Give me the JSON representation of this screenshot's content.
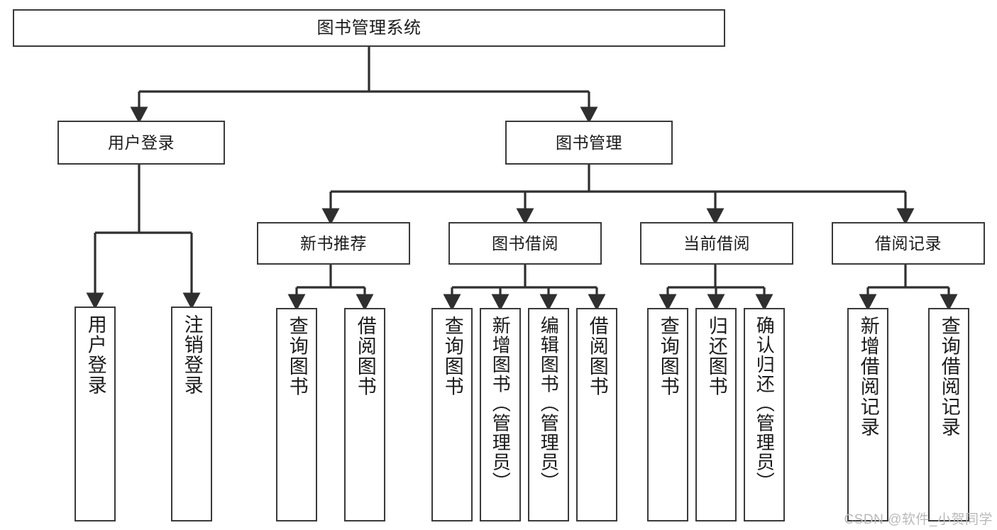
{
  "diagram": {
    "title": "图书管理系统",
    "type": "hierarchy-tree",
    "watermark": "CSDN @软件_小贺同学",
    "colors": {
      "background": "#ffffff",
      "box_border": "#3a3a3a",
      "connector": "#2f2f2f",
      "text": "#1b1b1b",
      "watermark": "#b9b9b9"
    },
    "levels": [
      {
        "level": 1,
        "nodes": [
          {
            "id": "root",
            "label": "图书管理系统",
            "orientation": "horizontal"
          }
        ]
      },
      {
        "level": 2,
        "nodes": [
          {
            "id": "user-login",
            "label": "用户登录",
            "orientation": "horizontal",
            "parent": "root"
          },
          {
            "id": "book-manage",
            "label": "图书管理",
            "orientation": "horizontal",
            "parent": "root"
          }
        ]
      },
      {
        "level": 3,
        "nodes": [
          {
            "id": "new-book-rec",
            "label": "新书推荐",
            "orientation": "horizontal",
            "parent": "book-manage"
          },
          {
            "id": "book-borrow",
            "label": "图书借阅",
            "orientation": "horizontal",
            "parent": "book-manage"
          },
          {
            "id": "current-borrow",
            "label": "当前借阅",
            "orientation": "horizontal",
            "parent": "book-manage"
          },
          {
            "id": "borrow-record",
            "label": "借阅记录",
            "orientation": "horizontal",
            "parent": "book-manage"
          }
        ]
      },
      {
        "level": 4,
        "nodes": [
          {
            "id": "leaf-user-login",
            "label": "用户登录",
            "orientation": "vertical",
            "parent": "user-login"
          },
          {
            "id": "leaf-logout",
            "label": "注销登录",
            "orientation": "vertical",
            "parent": "user-login"
          },
          {
            "id": "leaf-query-book-1",
            "label": "查询图书",
            "orientation": "vertical",
            "parent": "new-book-rec"
          },
          {
            "id": "leaf-borrow-book-1",
            "label": "借阅图书",
            "orientation": "vertical",
            "parent": "new-book-rec"
          },
          {
            "id": "leaf-query-book-2",
            "label": "查询图书",
            "orientation": "vertical",
            "parent": "book-borrow"
          },
          {
            "id": "leaf-add-book",
            "label": "新增图书（管理员）",
            "orientation": "vertical",
            "parent": "book-borrow"
          },
          {
            "id": "leaf-edit-book",
            "label": "编辑图书（管理员）",
            "orientation": "vertical",
            "parent": "book-borrow"
          },
          {
            "id": "leaf-borrow-book-2",
            "label": "借阅图书",
            "orientation": "vertical",
            "parent": "book-borrow"
          },
          {
            "id": "leaf-query-book-3",
            "label": "查询图书",
            "orientation": "vertical",
            "parent": "current-borrow"
          },
          {
            "id": "leaf-return-book",
            "label": "归还图书",
            "orientation": "vertical",
            "parent": "current-borrow"
          },
          {
            "id": "leaf-confirm-return",
            "label": "确认归还（管理员）",
            "orientation": "vertical",
            "parent": "current-borrow"
          },
          {
            "id": "leaf-add-record",
            "label": "新增借阅记录",
            "orientation": "vertical",
            "parent": "borrow-record"
          },
          {
            "id": "leaf-query-record",
            "label": "查询借阅记录",
            "orientation": "vertical",
            "parent": "borrow-record"
          }
        ]
      }
    ]
  }
}
